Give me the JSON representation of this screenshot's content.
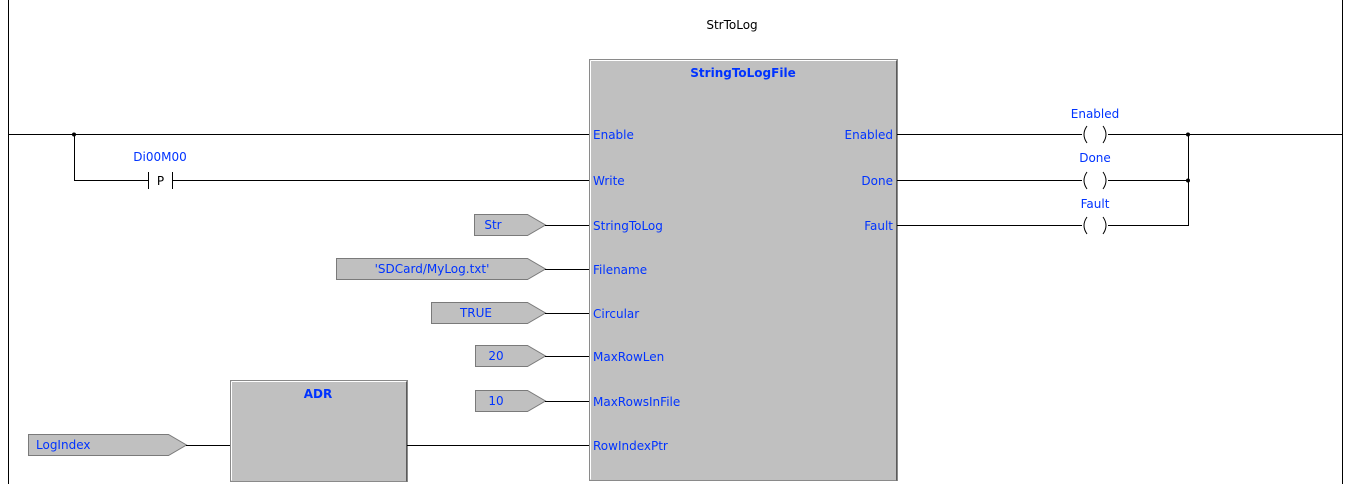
{
  "instance_name": "StrToLog",
  "main_block": {
    "type": "StringToLogFile",
    "inputs": [
      "Enable",
      "Write",
      "StringToLog",
      "Filename",
      "Circular",
      "MaxRowLen",
      "MaxRowsInFile",
      "RowIndexPtr"
    ],
    "outputs": [
      "Enabled",
      "Done",
      "Fault"
    ]
  },
  "contact": {
    "variable": "Di00M00",
    "symbol": "P"
  },
  "input_values": {
    "string_to_log": "Str",
    "filename": "'SDCard/MyLog.txt'",
    "circular": "TRUE",
    "max_row_len": "20",
    "max_rows_in_file": "10",
    "log_index": "LogIndex"
  },
  "adr_block": {
    "type": "ADR"
  },
  "coils": [
    {
      "variable": "Enabled"
    },
    {
      "variable": "Done"
    },
    {
      "variable": "Fault"
    }
  ],
  "colors": {
    "text": "#0033ff",
    "block_fill": "#c0c0c0",
    "wire": "#000000"
  }
}
